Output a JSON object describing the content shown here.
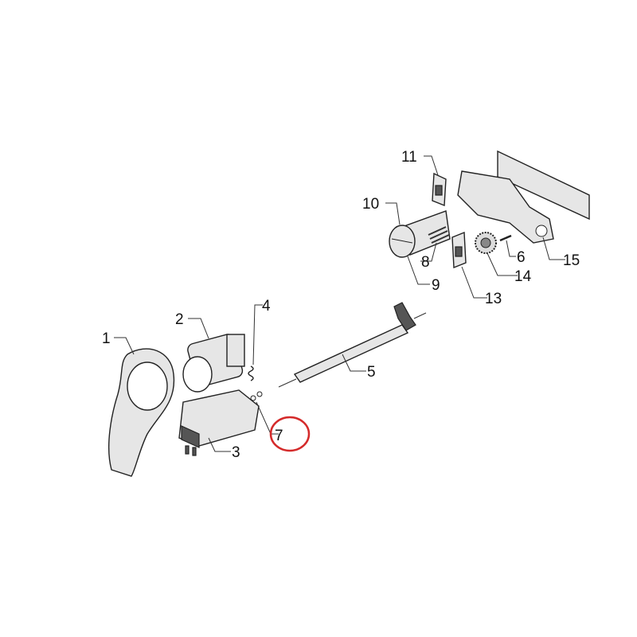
{
  "diagram": {
    "labels": {
      "p1": "1",
      "p2": "2",
      "p3": "3",
      "p4": "4",
      "p5": "5",
      "p6": "6",
      "p7": "7",
      "p8": "8",
      "p9": "9",
      "p10": "10",
      "p11": "11",
      "p13": "13",
      "p14": "14",
      "p15": "15"
    },
    "highlight_color": "#d42a2a"
  }
}
